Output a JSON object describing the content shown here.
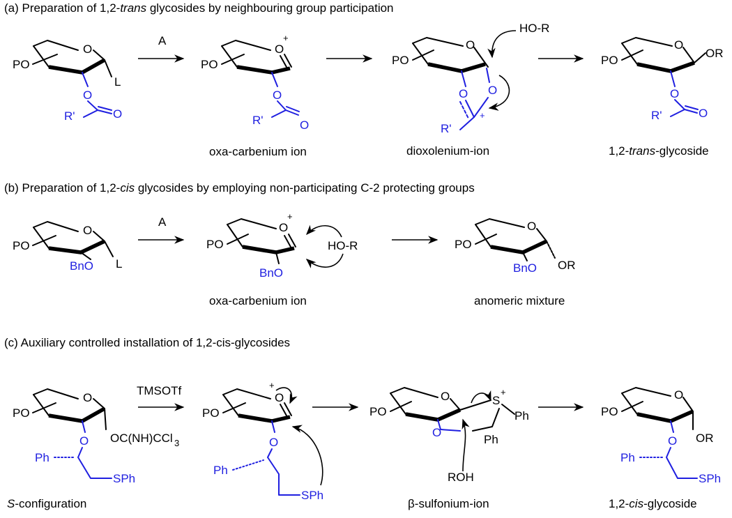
{
  "sections": {
    "a": {
      "heading_pre": "(a) Preparation of 1,2-",
      "heading_it": "trans",
      "heading_post": " glycosides by neighbouring group participation",
      "reagent": "A",
      "caption_1": "oxa-carbenium ion",
      "caption_2": "dioxolenium-ion",
      "caption_3_pre": "1,2-",
      "caption_3_it": "trans",
      "caption_3_post": "-glycoside",
      "nucleophile": "HO-R"
    },
    "b": {
      "heading_pre": "(b) Preparation of 1,2-",
      "heading_it": "cis",
      "heading_post": " glycosides by employing non-participating C-2 protecting groups",
      "reagent": "A",
      "caption_1": "oxa-carbenium ion",
      "caption_2": "anomeric mixture",
      "nucleophile": "HO-R"
    },
    "c": {
      "heading": "(c) Auxiliary controlled installation of 1,2-cis-glycosides",
      "reagent": "TMSOTf",
      "caption_0_it": "S",
      "caption_0_post": "-configuration",
      "caption_2": "β-sulfonium-ion",
      "caption_3_pre": "1,2-",
      "caption_3_it": "cis",
      "caption_3_post": "-glycoside",
      "nucleophile": "ROH"
    }
  },
  "atoms": {
    "PO": "PO",
    "O": "O",
    "L": "L",
    "R_prime": "R'",
    "OR": "OR",
    "BnO": "BnO",
    "plus": "+",
    "Ph": "Ph",
    "SPh": "SPh",
    "S": "S",
    "leaving": "OC(NH)CCl",
    "leaving_sub": "3"
  },
  "colors": {
    "protecting_group": "#1f1fe0",
    "bonds": "#000000"
  }
}
